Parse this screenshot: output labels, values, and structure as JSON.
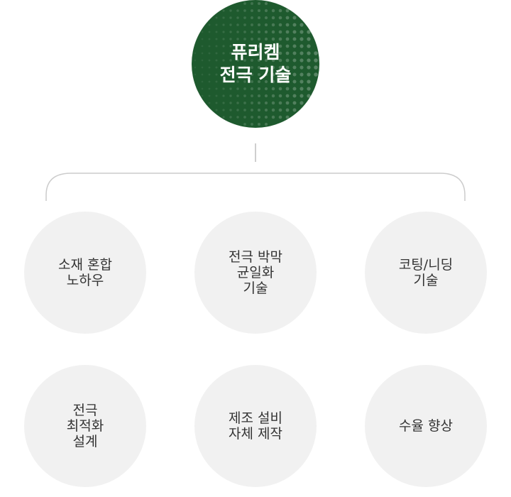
{
  "root": {
    "lines": [
      "퓨리켐",
      "전극 기술"
    ],
    "color": "#1e5a2e"
  },
  "children": [
    {
      "lines": [
        "소재 혼합",
        "노하우"
      ]
    },
    {
      "lines": [
        "전극 박막",
        "균일화",
        "기술"
      ]
    },
    {
      "lines": [
        "코팅/니딩",
        "기술"
      ]
    },
    {
      "lines": [
        "전극",
        "최적화",
        "설계"
      ]
    },
    {
      "lines": [
        "제조 설비",
        "자체 제작"
      ]
    },
    {
      "lines": [
        "수율 향상"
      ]
    }
  ],
  "colors": {
    "child_bg": "#f1f1f1",
    "connector": "#cccccc",
    "text": "#333333"
  }
}
